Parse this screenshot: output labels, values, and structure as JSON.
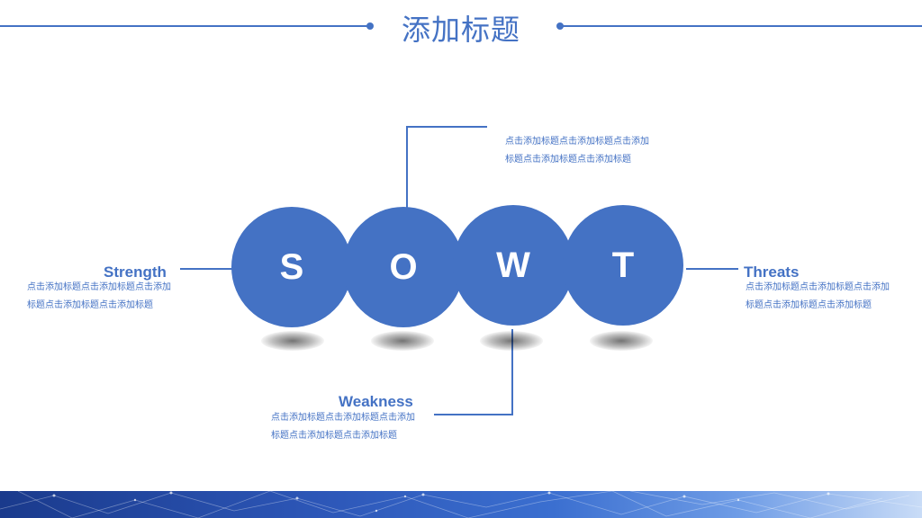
{
  "header": {
    "title": "添加标题"
  },
  "swot": {
    "letters": {
      "s": "S",
      "o": "O",
      "w": "W",
      "t": "T"
    },
    "strength": {
      "title": "Strength",
      "desc": "点击添加标题点击添加标题点击添加标题点击添加标题点击添加标题"
    },
    "opportunity": {
      "desc": "点击添加标题点击添加标题点击添加标题点击添加标题点击添加标题"
    },
    "weakness": {
      "title": "Weakness",
      "desc": "点击添加标题点击添加标题点击添加标题点击添加标题点击添加标题"
    },
    "threats": {
      "title": "Threats",
      "desc": "点击添加标题点击添加标题点击添加标题点击添加标题点击添加标题"
    }
  },
  "colors": {
    "accent": "#4472c4"
  }
}
